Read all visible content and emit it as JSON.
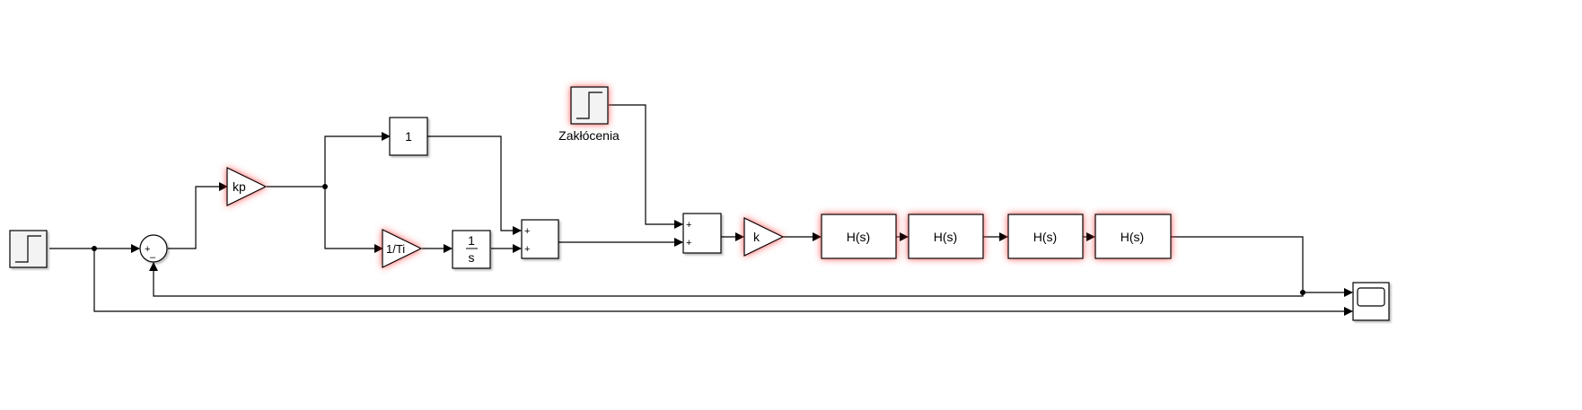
{
  "blocks": {
    "step_input": {
      "icon": "step-icon"
    },
    "sum_error": {
      "signs": [
        "+",
        "–"
      ]
    },
    "gain_kp": {
      "label": "kp"
    },
    "gain_one": {
      "label": "1"
    },
    "gain_ti": {
      "label": "1/Ti"
    },
    "integrator": {
      "numerator": "1",
      "denominator": "s"
    },
    "sum_pi": {
      "signs": [
        "+",
        "+"
      ]
    },
    "disturbance": {
      "label": "Zakłócenia",
      "icon": "step-icon"
    },
    "sum_dist": {
      "signs": [
        "+",
        "+"
      ]
    },
    "gain_k": {
      "label": "k"
    },
    "plants": [
      {
        "label": "H(s)"
      },
      {
        "label": "H(s)"
      },
      {
        "label": "H(s)"
      },
      {
        "label": "H(s)"
      }
    ],
    "scope": {
      "icon": "scope-icon"
    }
  },
  "colors": {
    "highlight_glow": "#ff3b3b",
    "line": "#000000",
    "block_fill": "#ffffff",
    "step_fill": "#f3f3f3"
  }
}
